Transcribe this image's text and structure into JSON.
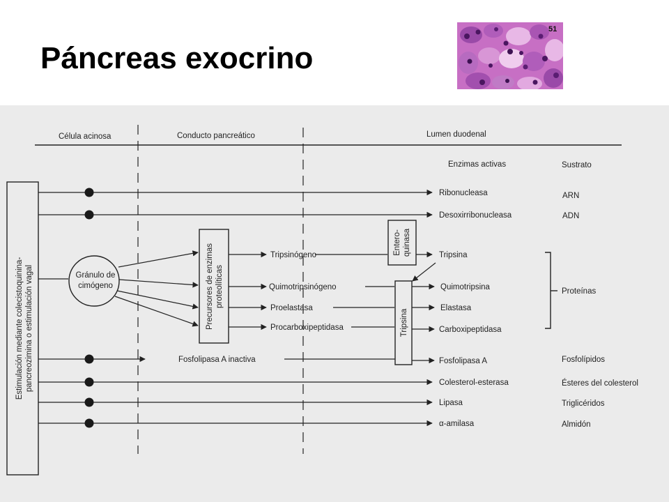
{
  "slide": {
    "title": "Páncreas exocrino"
  },
  "micrograph": {
    "badge": "51",
    "stain_colors": [
      "#c76fc4",
      "#7a2f8f",
      "#e8b8e6"
    ]
  },
  "columns": {
    "acinar_cell": "Célula acinosa",
    "pancreatic_duct": "Conducto pancreático",
    "duodenal_lumen": "Lumen duodenal"
  },
  "headers": {
    "active_enzymes": "Enzimas activas",
    "substrate": "Sustrato"
  },
  "stimulation": {
    "line1": "Estimulación mediante colecistoquinina-",
    "line2": "pancreozimina o estimulación vagal"
  },
  "granule": {
    "line1": "Gránulo de",
    "line2": "cimógeno"
  },
  "precursors_box": {
    "line1": "Precursores de enzimas",
    "line2": "proteolíticas"
  },
  "enterokinase_box": {
    "line1": "Entero-",
    "line2": "quinasa"
  },
  "trypsin_box": {
    "label": "Tripsina"
  },
  "zymogens": [
    "Tripsinógeno",
    "Quimotripsinógeno",
    "Proelastasa",
    "Procarboxipeptidasa"
  ],
  "inactive_lipase": "Fosfolipasa A inactiva",
  "enzymes": [
    "Ribonucleasa",
    "Desoxirribonucleasa",
    "Tripsina",
    "Quimotripsina",
    "Elastasa",
    "Carboxipeptidasa",
    "Fosfolipasa A",
    "Colesterol-esterasa",
    "Lipasa",
    "α-amilasa"
  ],
  "substrates": {
    "rna": "ARN",
    "dna": "ADN",
    "proteins": "Proteínas",
    "phospholipids": "Fosfolípidos",
    "cholesterol_esters": "Ésteres del colesterol",
    "triglycerides": "Triglicéridos",
    "starch": "Almidón"
  },
  "colors": {
    "panel_background": "#ebebeb",
    "ink": "#222222"
  }
}
